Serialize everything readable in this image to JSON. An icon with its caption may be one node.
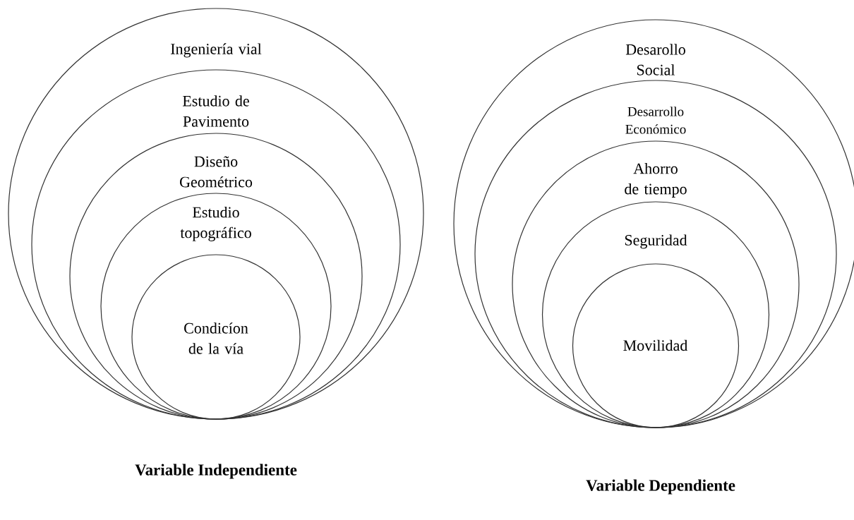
{
  "diagram": {
    "nodes": [
      {
        "text": [
          "Ingeniería vial"
        ]
      },
      {
        "text": [
          "Estudio de Pavimento"
        ],
        "in": 0
      },
      {
        "text": [
          "Diseño Geométrico"
        ],
        "in": 1
      },
      {
        "text": [
          "Estudio topográfico"
        ],
        "in": 2
      },
      {
        "text": [
          "Condicíon de la vía"
        ],
        "in": 3
      },
      {
        "text": [
          "Desarollo Social"
        ]
      },
      {
        "text": [
          "Desarrollo Económico"
        ],
        "in": 5
      },
      {
        "text": [
          "Ahorro de tiempo"
        ],
        "in": 6
      },
      {
        "text": [
          "Seguridad"
        ],
        "in": 7
      },
      {
        "text": [
          "Movilidad"
        ],
        "in": 8
      }
    ],
    "labels": [
      "Variable Independiente",
      "Variable Dependiente"
    ]
  }
}
